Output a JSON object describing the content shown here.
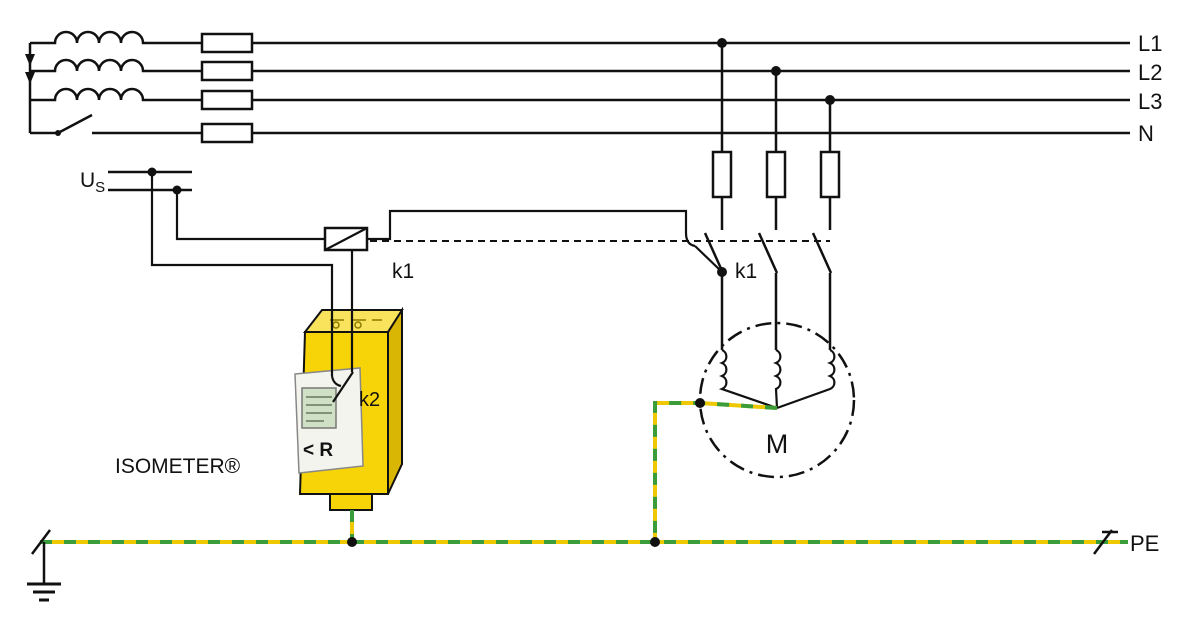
{
  "diagram": {
    "rails": {
      "l1": "L1",
      "l2": "L2",
      "l3": "L3",
      "n": "N",
      "pe": "PE"
    },
    "supply": {
      "u": "U",
      "sub": "S"
    },
    "relay": {
      "coil_label": "k1",
      "contact_label": "k1",
      "alarm_contact_label": "k2"
    },
    "motor": {
      "label": "M"
    },
    "device": {
      "name": "ISOMETER®",
      "function": "< R"
    }
  },
  "colors": {
    "black": "#111111",
    "neutral": "#2ea7df",
    "pe_yellow": "#eec800",
    "pe_green": "#3a9d3a",
    "device_yellow": "#f7d408",
    "device_yellow_light": "#fae35c",
    "device_yellow_dark": "#d9b504",
    "panel": "#f4f4ee",
    "lcd": "#cfe0c4"
  }
}
